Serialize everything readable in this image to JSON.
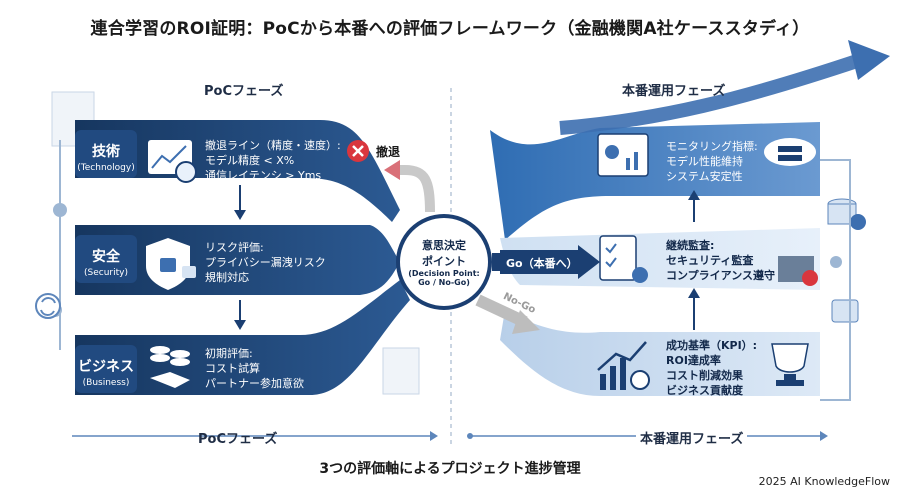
{
  "title": "連合学習のROI証明：PoCから本番への評価フレームワーク（金融機関A社ケーススタディ）",
  "phases": {
    "poc_top": "PoCフェーズ",
    "prod_top": "本番運用フェーズ",
    "poc_bottom": "PoCフェーズ",
    "prod_bottom": "本番運用フェーズ"
  },
  "categories": [
    {
      "jp": "技術",
      "en": "(Technology)",
      "icon": "chart-magnifier-stopwatch-icon",
      "lines": [
        "撤退ライン（精度・速度）:",
        "モデル精度 < X%",
        "通信レイテンシ > Yms"
      ]
    },
    {
      "jp": "安全",
      "en": "(Security)",
      "icon": "shield-lock-icon",
      "lines": [
        "リスク評価:",
        "プライバシー漏洩リスク",
        "規制対応"
      ]
    },
    {
      "jp": "ビジネス",
      "en": "(Business)",
      "icon": "coins-handshake-icon",
      "lines": [
        "初期評価:",
        "コスト試算",
        "パートナー参加意欲"
      ]
    }
  ],
  "withdraw_label": "撤退",
  "decision": {
    "line1": "意思決定",
    "line2": "ポイント",
    "line3": "(Decision Point:",
    "line4": "Go / No-Go)"
  },
  "go_label": "Go（本番へ）",
  "nogo_label": "No-Go",
  "production": [
    {
      "icon": "dashboard-icon",
      "icon2": "cloud-server-icon",
      "lines": [
        "モニタリング指標:",
        "モデル性能維持",
        "システム安定性"
      ]
    },
    {
      "icon": "checklist-badge-icon",
      "icon2": "firewall-icon",
      "lines": [
        "継続監査:",
        "セキュリティ監査",
        "コンプライアンス遵守"
      ]
    },
    {
      "icon": "growth-chart-icon",
      "icon2": "trophy-icon",
      "lines": [
        "成功基準（KPI）:",
        "ROI達成率",
        "コスト削減効果",
        "ビジネス貢献度"
      ]
    }
  ],
  "subtitle": "3つの評価軸によるプロジェクト進捗管理",
  "credit": "2025 AI KnowledgeFlow",
  "colors": {
    "dark_blue": "#1b3f72",
    "mid_blue": "#3d6fb0",
    "light_blue": "#a9c6e6",
    "red": "#d9363e"
  }
}
